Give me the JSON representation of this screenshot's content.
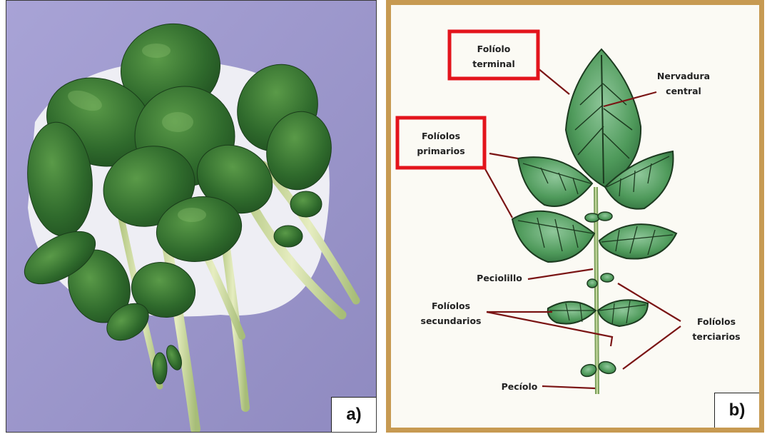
{
  "panel_a": {
    "label": "a)"
  },
  "panel_b": {
    "label": "b)",
    "labels": {
      "foliolo_terminal_1": "Folíolo",
      "foliolo_terminal_2": "terminal",
      "nervadura_1": "Nervadura",
      "nervadura_2": "central",
      "primarios_1": "Folíolos",
      "primarios_2": "primarios",
      "peciolillo": "Peciolillo",
      "secundarios_1": "Folíolos",
      "secundarios_2": "secundarios",
      "terciarios_1": "Folíolos",
      "terciarios_2": "terciarios",
      "peciolo": "Pecíolo"
    }
  },
  "colors": {
    "photo_background": "#9c97cc",
    "leaf_dark": "#2f6a2c",
    "leaf_light": "#4f8f40",
    "stem": "#cfdc9c",
    "frame": "#c79a52",
    "highlight_box": "#e3141c",
    "leader_line": "#7a1414",
    "illustration_leaf": "#4f9a5b"
  }
}
